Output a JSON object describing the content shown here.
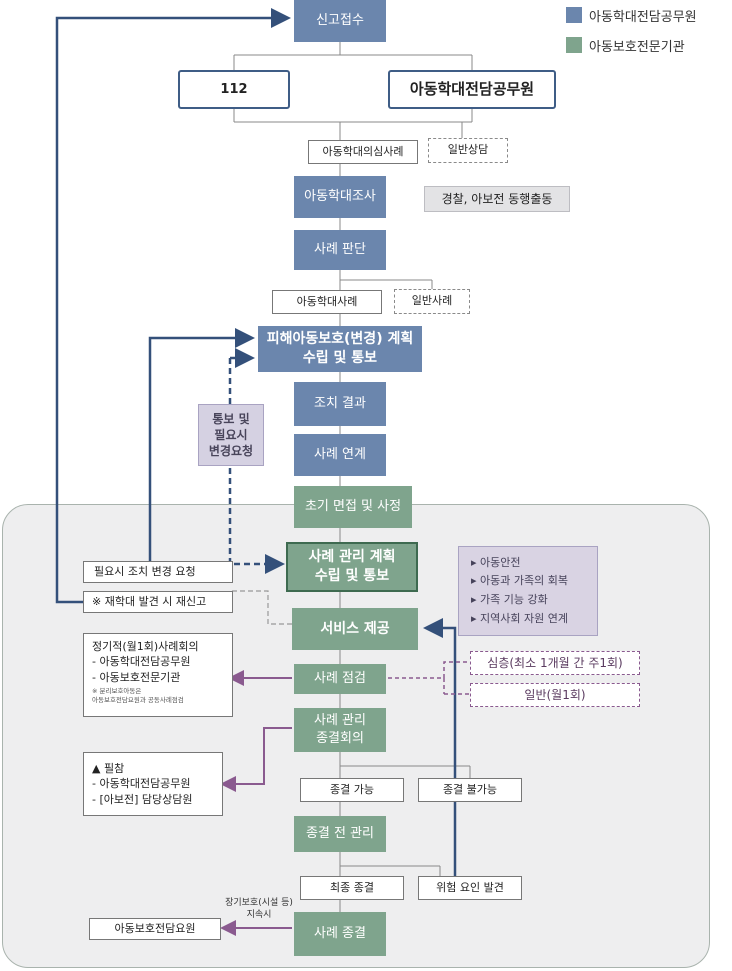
{
  "legend": {
    "items": [
      {
        "label": "아동학대전담공무원",
        "color": "#6b86ad"
      },
      {
        "label": "아동보호전문기관",
        "color": "#7fa48d"
      }
    ]
  },
  "flow": {
    "report_receipt": "신고접수",
    "police": "112",
    "child_abuse_officer": "아동학대전담공무원",
    "suspected_case": "아동학대의심사례",
    "general_counsel": "일반상담",
    "investigation": "아동학대조사",
    "joint_dispatch": "경찰, 아보전 동행출동",
    "case_judgment": "사례 판단",
    "abuse_case": "아동학대사례",
    "general_case": "일반사례",
    "protection_plan": "피해아동보호(변경) 계획\n수립 및 통보",
    "action_result": "조치 결과",
    "case_link": "사례 연계",
    "initial_interview": "초기 면접 및 사정",
    "management_plan": "사례 관리 계획\n수립 및 통보",
    "service": "서비스 제공",
    "case_check": "사례 점검",
    "closing_meeting": "사례 관리\n종결회의",
    "closable": "종결 가능",
    "not_closable": "종결 불가능",
    "pre_closing": "종결 전 관리",
    "final_closing": "최종 종결",
    "risk_found": "위험 요인 발견",
    "case_end": "사례 종결"
  },
  "notes": {
    "notify_request": "통보 및\n필요시\n변경요청",
    "change_request": "필요시 조치 변경 요청",
    "re_report": "※ 재학대 발견 시 재신고",
    "services": [
      "아동안전",
      "아동과 가족의 회복",
      "가족 기능 강화",
      "지역사회 자원 연계"
    ],
    "intensive": "심층(최소 1개월 간 주1회)",
    "general_monthly": "일반(월1회)",
    "regular_meeting": "정기적(월1회)사례회의\n- 아동학대전담공무원\n- 아동보호전문기관",
    "regular_meeting_note": "※ 분리보호아동은\n아동보호전담요원과 공동사례점검",
    "required_attend": "▲ 필참\n- 아동학대전담공무원\n- [아보전] 담당상담원",
    "long_term": "장기보호(시설 등)\n지속시",
    "protection_officer": "아동보호전담요원"
  },
  "colors": {
    "blue": "#6b86ad",
    "green": "#7fa48d",
    "navy_arrow": "#34507a",
    "purple_arrow": "#8a5a8f",
    "service_box": "#d9d3e3"
  }
}
